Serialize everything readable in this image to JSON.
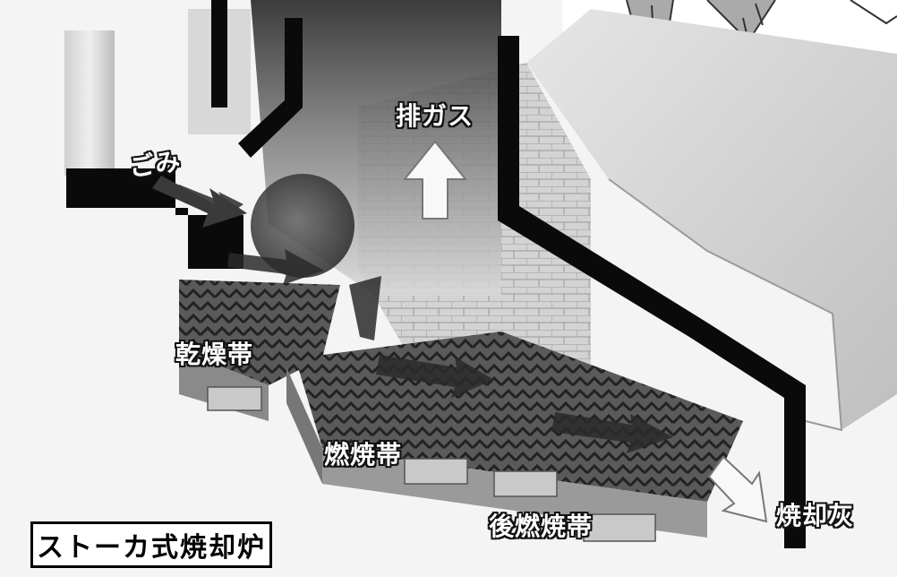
{
  "diagram": {
    "title": "ストーカ式焼却炉",
    "labels": {
      "waste_in": "ごみ",
      "exhaust_gas": "排ガス",
      "drying_zone": "乾燥帯",
      "combustion_zone": "燃焼帯",
      "post_combustion_zone": "後燃焼帯",
      "incineration_ash": "焼却灰"
    },
    "colors": {
      "wall": "#0a0a0a",
      "background": "#f4f4f4",
      "label_fill": "#ffffff",
      "label_outline": "#111111"
    },
    "icons": [
      "waste-in-arrow-icon",
      "exhaust-up-arrow-icon",
      "flow-arrow-icon",
      "ash-out-arrow-icon"
    ]
  }
}
